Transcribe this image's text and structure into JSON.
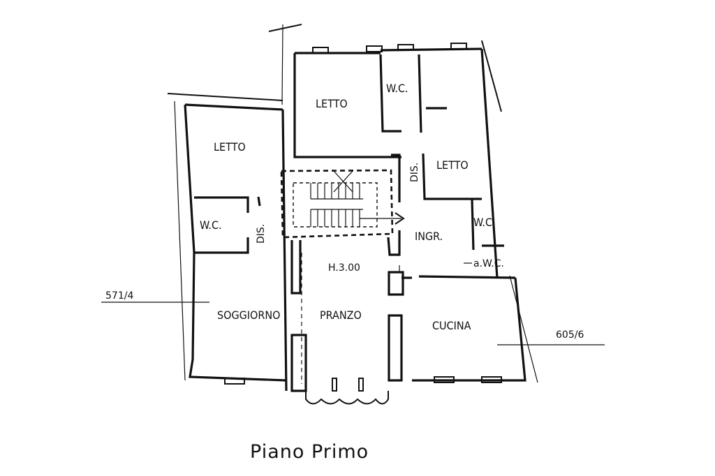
{
  "rooms": {
    "letto_left": "LETTO",
    "letto_top": "LETTO",
    "letto_right": "LETTO",
    "wc_top": "W.C.",
    "wc_left": "W.C.",
    "wc_right": "W.C.",
    "dis_left": "DIS.",
    "dis_right": "DIS.",
    "ingresso": "INGR.",
    "antibagno": "a.W.C.",
    "soggiorno": "SOGGIORNO",
    "pranzo": "PRANZO",
    "cucina": "CUCINA"
  },
  "height_note": "H.3.00",
  "reference_left": "571/4",
  "reference_right": "605/6",
  "title": "Piano Primo"
}
